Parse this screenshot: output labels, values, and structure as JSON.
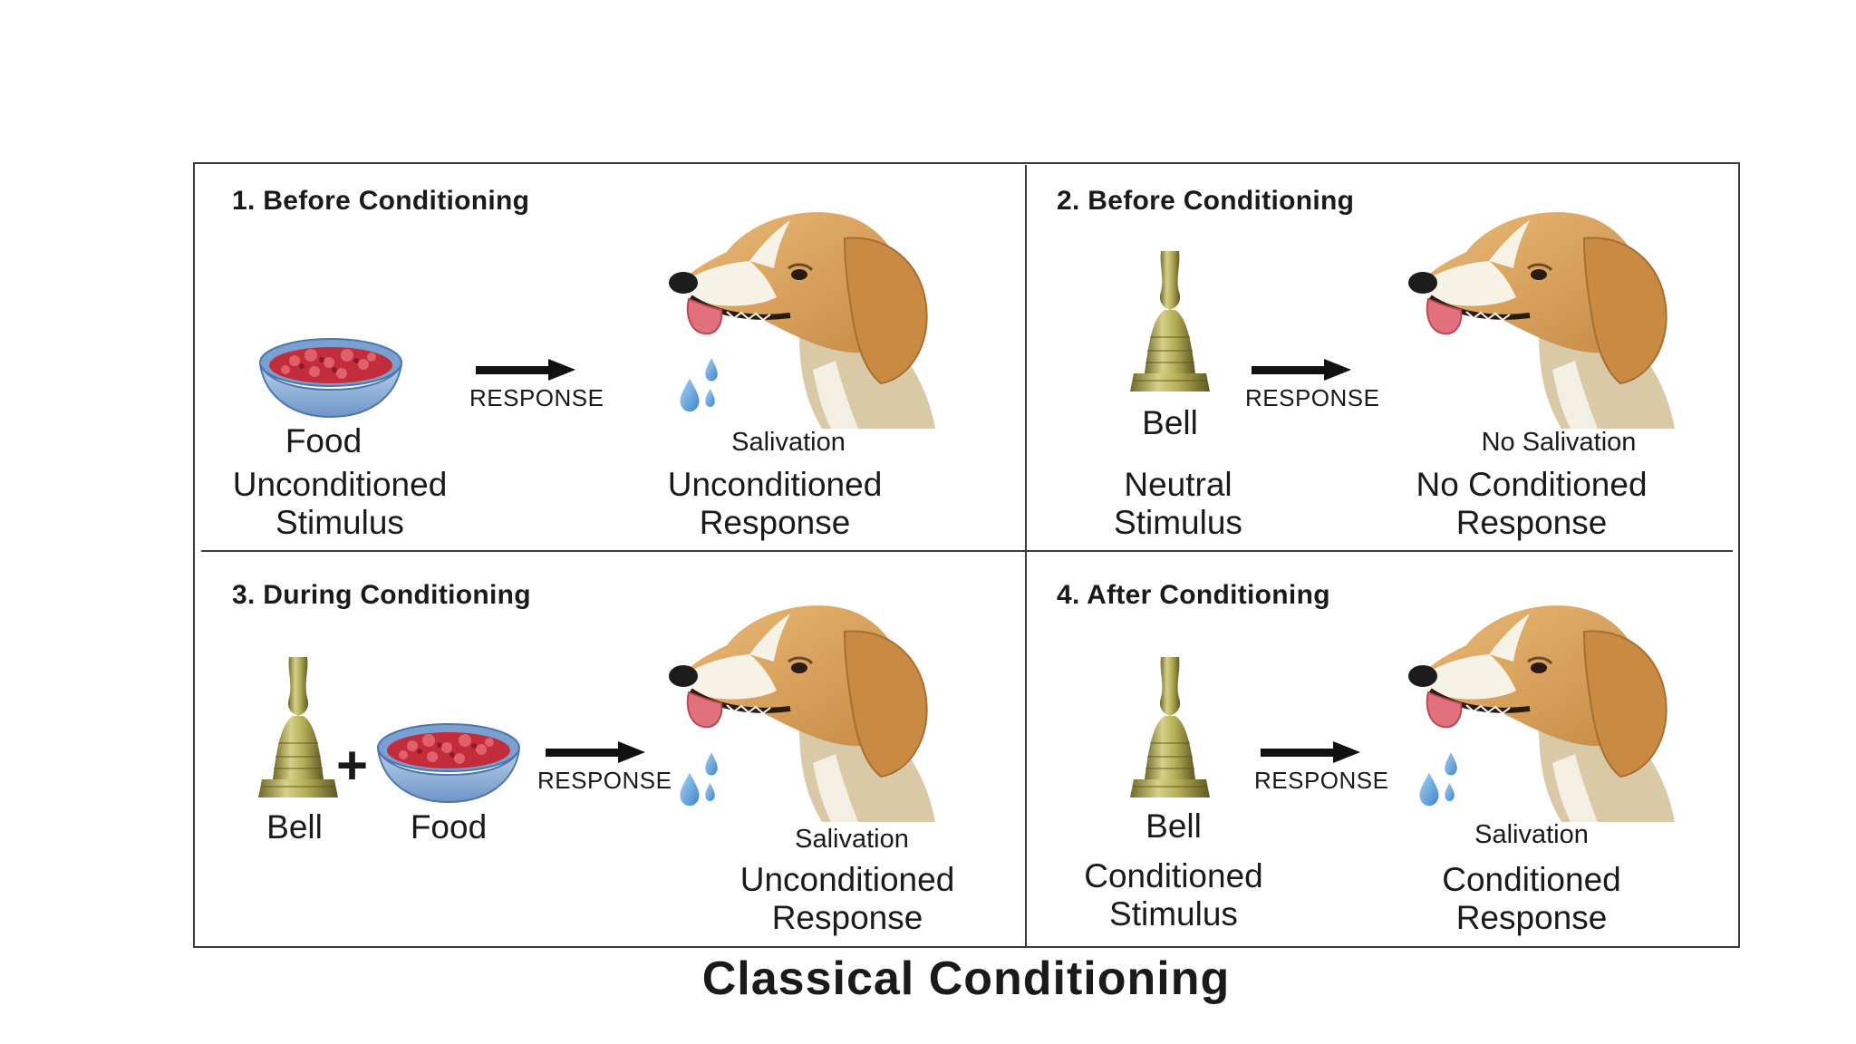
{
  "caption": "Classical Conditioning",
  "response_label": "RESPONSE",
  "panels": [
    {
      "heading": "1. Before Conditioning",
      "stimulus_name": "Food",
      "stimulus_type_1": "Unconditioned",
      "stimulus_type_2": "Stimulus",
      "outcome": "Salivation",
      "response_type_1": "Unconditioned",
      "response_type_2": "Response"
    },
    {
      "heading": "2. Before Conditioning",
      "stimulus_name": "Bell",
      "stimulus_type_1": "Neutral",
      "stimulus_type_2": "Stimulus",
      "outcome": "No Salivation",
      "response_type_1": "No Conditioned",
      "response_type_2": "Response"
    },
    {
      "heading": "3. During Conditioning",
      "stimulus_name_a": "Bell",
      "plus": "+",
      "stimulus_name_b": "Food",
      "outcome": "Salivation",
      "response_type_1": "Unconditioned",
      "response_type_2": "Response"
    },
    {
      "heading": "4. After Conditioning",
      "stimulus_name": "Bell",
      "stimulus_type_1": "Conditioned",
      "stimulus_type_2": "Stimulus",
      "outcome": "Salivation",
      "response_type_1": "Conditioned",
      "response_type_2": "Response"
    }
  ],
  "icons": [
    "food-bowl-icon",
    "bell-icon",
    "dog-head-icon",
    "arrow-right-icon",
    "drool-drops-icon"
  ],
  "colors": {
    "border": "#3a3a3a",
    "dog_fur": "#d7a460",
    "bowl": "#8fb3dd",
    "food": "#c9303f",
    "bell": "#b6ad5a",
    "drops": "#5e9ed6",
    "arrow": "#111111"
  }
}
